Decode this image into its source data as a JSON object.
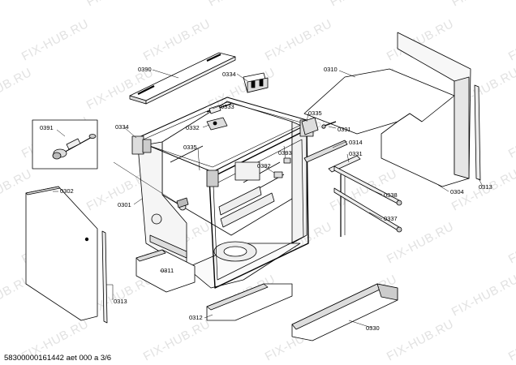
{
  "watermark": "FIX-HUB.RU",
  "footer": "58300000161442 aet 000 a 3/6",
  "parts": [
    "0390",
    "0334",
    "0333",
    "0332",
    "0391",
    "0334",
    "0335",
    "0393",
    "0392",
    "0301",
    "0302",
    "0311",
    "0313",
    "0312",
    "0310",
    "0335",
    "0391",
    "0314",
    "0331",
    "0338",
    "0337",
    "0304",
    "0313",
    "0330"
  ]
}
